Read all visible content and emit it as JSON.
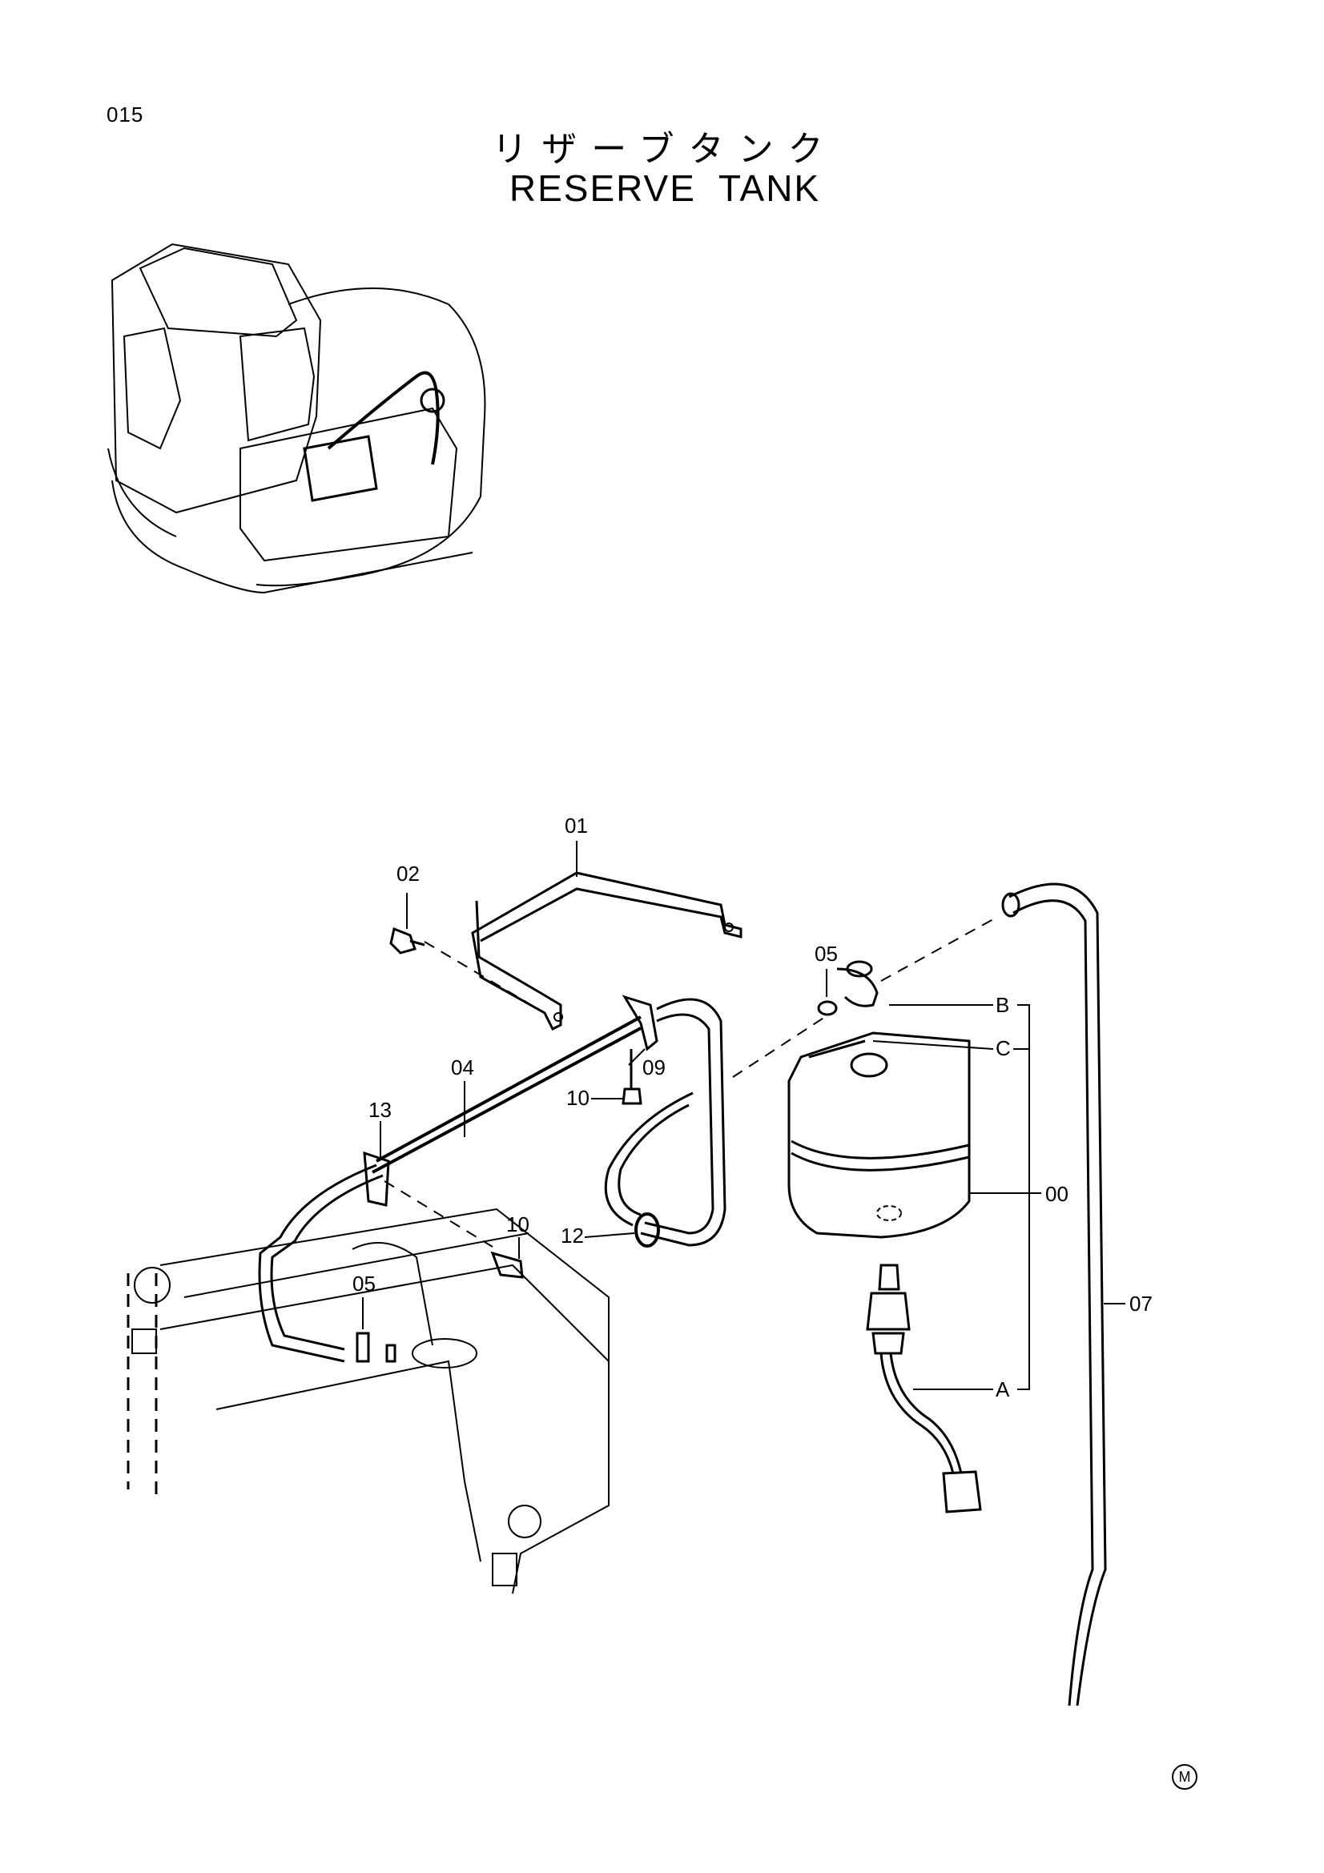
{
  "page_code": "015",
  "title_jp": "リザーブタンク",
  "title_en": "RESERVE TANK",
  "callouts": [
    "01",
    "02",
    "05",
    "B",
    "C",
    "04",
    "09",
    "10",
    "13",
    "00",
    "10",
    "12",
    "05",
    "07",
    "A"
  ],
  "corner_mark": "M"
}
